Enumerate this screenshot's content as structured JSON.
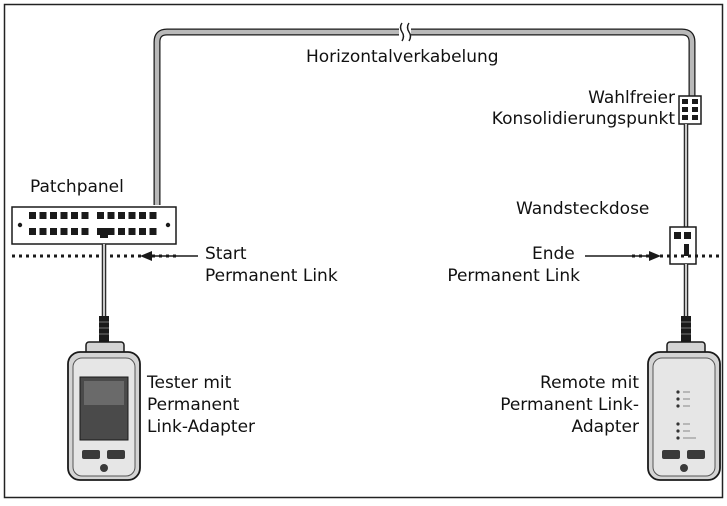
{
  "labels": {
    "horizontal_cabling": "Horizontalverkabelung",
    "consolidation_line1": "Wahlfreier",
    "consolidation_line2": "Konsolidierungspunkt",
    "patch_panel": "Patchpanel",
    "wall_outlet": "Wandsteckdose",
    "start_line1": "Start",
    "start_line2": "Permanent Link",
    "end_line1": "Ende",
    "end_line2": "Permanent Link",
    "tester_line1": "Tester mit",
    "tester_line2": "Permanent",
    "tester_line3": "Link-Adapter",
    "remote_line1": "Remote mit",
    "remote_line2": "Permanent Link-",
    "remote_line3": "Adapter"
  },
  "colors": {
    "cable_fill": "#b9b9b9",
    "outline": "#1a1a1a",
    "device_body": "#d4d4d4",
    "screen": "#4a4a4a"
  }
}
